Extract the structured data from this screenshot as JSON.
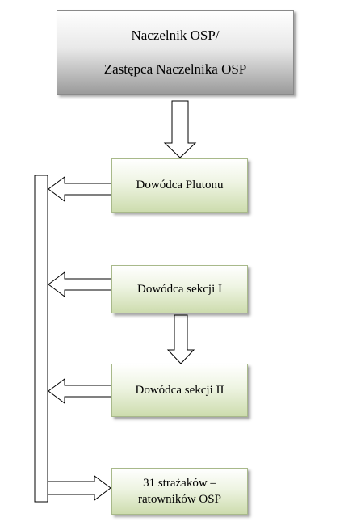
{
  "diagram": {
    "top": {
      "line1": "Naczelnik OSP/",
      "line2": "Zastępca Naczelnika OSP"
    },
    "nodes": [
      {
        "label": "Dowódca Plutonu"
      },
      {
        "label": "Dowódca sekcji I"
      },
      {
        "label": "Dowódca sekcji II"
      },
      {
        "line1": "31 strażaków –",
        "line2": "ratowników OSP"
      }
    ]
  }
}
